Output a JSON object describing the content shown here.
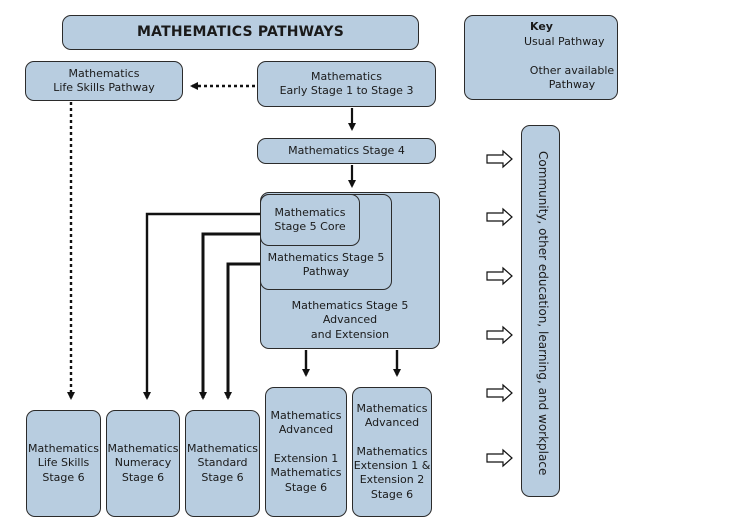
{
  "title": "MATHEMATICS PATHWAYS",
  "key": {
    "heading": "Key",
    "usual": "Usual Pathway",
    "other": "Other available\nPathway"
  },
  "boxes": {
    "life_skills_pathway": "Mathematics\nLife Skills Pathway",
    "early_stage": "Mathematics\nEarly Stage 1 to Stage 3",
    "stage4": "Mathematics Stage 4",
    "stage5_core": "Mathematics\nStage 5 Core",
    "stage5_pathway": "Mathematics Stage 5\nPathway",
    "stage5_advanced": "Mathematics Stage 5 Advanced\nand Extension",
    "community": "Community, other education, learning, and workplace",
    "life_skills6": "Mathematics\nLife Skills\nStage 6",
    "numeracy6": "Mathematics\nNumeracy\nStage 6",
    "standard6": "Mathematics\nStandard\nStage 6",
    "adv_ext1": "Mathematics\nAdvanced\n\nExtension 1\nMathematics\nStage 6",
    "adv_ext2": "Mathematics\nAdvanced\n\nMathematics\nExtension 1 &\nExtension 2\nStage 6"
  }
}
